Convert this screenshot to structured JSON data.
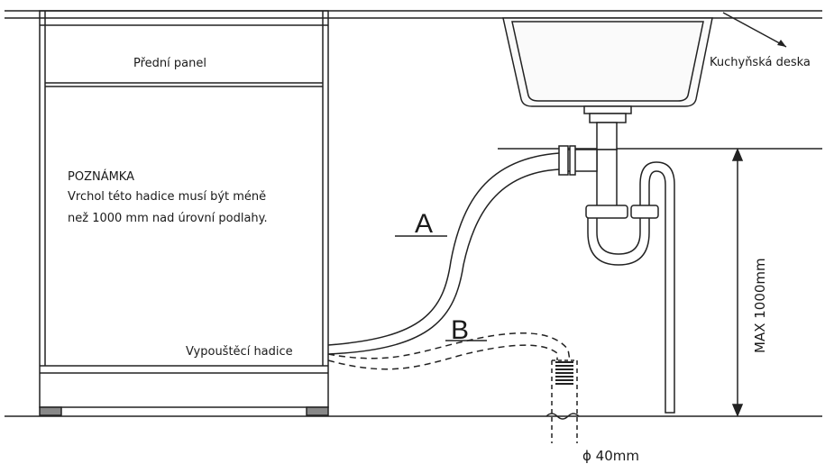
{
  "labels": {
    "front_panel": "Přední panel",
    "countertop": "Kuchyňská deska",
    "note_title": "POZNÁMKA",
    "note_line1": "Vrchol této hadice musí být méně",
    "note_line2": "než 1000 mm nad úrovní podlahy.",
    "drain_hose": "Vypouštěcí hadice",
    "hose_a": "A",
    "hose_b": "B",
    "max_height": "MAX 1000mm",
    "pipe_diameter": "ϕ 40mm"
  }
}
